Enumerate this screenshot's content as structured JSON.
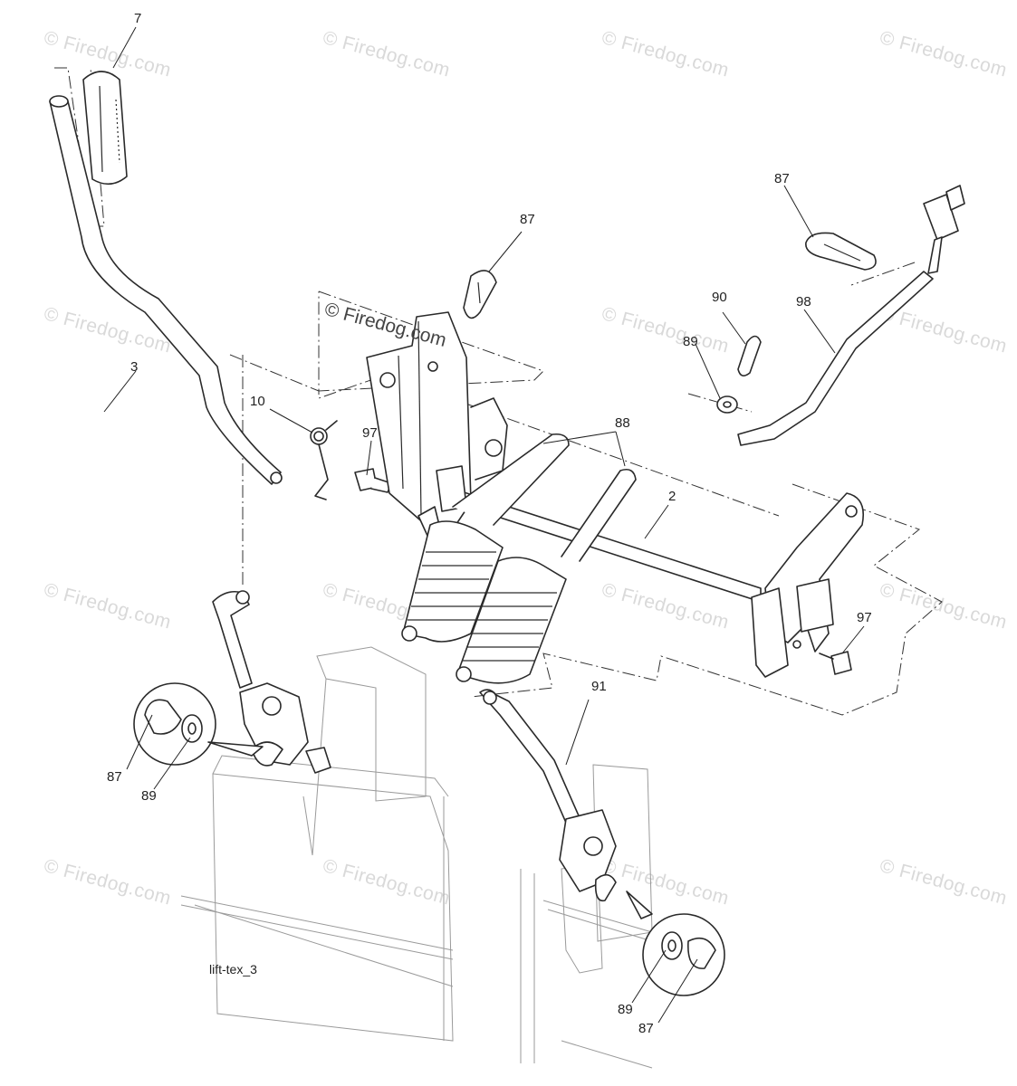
{
  "diagram": {
    "caption": "lift-tex_3",
    "watermark": "© Firedog.com",
    "watermark_center": "© Firedog.com",
    "callouts": {
      "c7": "7",
      "c3": "3",
      "c10": "10",
      "c97a": "97",
      "c87a": "87",
      "c88": "88",
      "c2": "2",
      "c87b": "87",
      "c90": "90",
      "c89a": "89",
      "c98": "98",
      "c97b": "97",
      "c91": "91",
      "c87c": "87",
      "c89b": "89",
      "c89c": "89",
      "c87d": "87"
    }
  }
}
